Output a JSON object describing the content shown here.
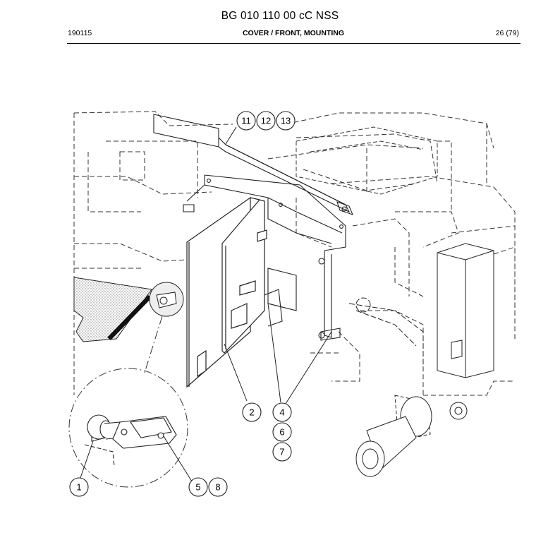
{
  "header": {
    "title": "BG 010 110 00 cC NSS",
    "doc_date": "190115",
    "section": "COVER / FRONT, MOUNTING",
    "page": "26 (79)"
  },
  "callouts": {
    "c11": "11",
    "c12": "12",
    "c13": "13",
    "c2": "2",
    "c4": "4",
    "c6": "6",
    "c7": "7",
    "c1": "1",
    "c5": "5",
    "c8": "8"
  },
  "colors": {
    "line": "#222222",
    "dash": "#333333",
    "hatch": "#999999"
  }
}
